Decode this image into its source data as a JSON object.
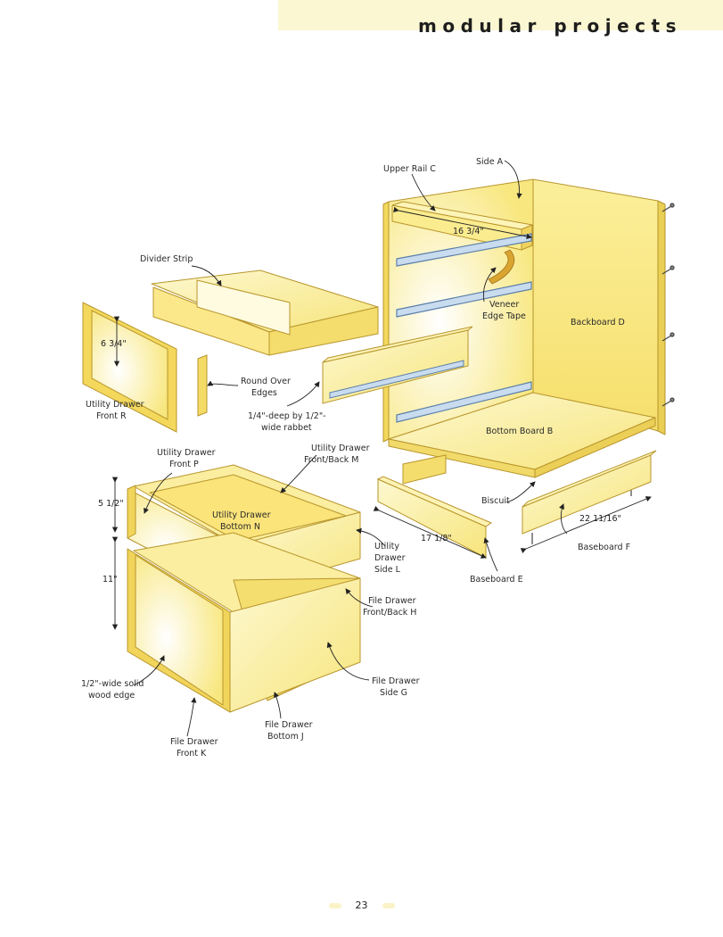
{
  "header": {
    "section_title": "modular projects",
    "band_color": "#fbf7d2"
  },
  "page": {
    "number": "23"
  },
  "colors": {
    "wood_light": "#fdf7c4",
    "wood_mid": "#fbec8f",
    "wood_dark": "#f0d760",
    "edge": "#caa534",
    "ink": "#222222"
  },
  "labels": {
    "side_a": "Side A",
    "upper_rail_c": "Upper Rail C",
    "dim_16_3_4": "16 3/4\"",
    "divider_strip": "Divider Strip",
    "veneer_l1": "Veneer",
    "veneer_l2": "Edge Tape",
    "backboard_d": "Backboard D",
    "dim_6_3_4": "6 3/4\"",
    "round_over_l1": "Round Over",
    "round_over_l2": "Edges",
    "utility_front_r_l1": "Utility Drawer",
    "utility_front_r_l2": "Front R",
    "rabbet_l1": "1/4\"-deep by 1/2\"-",
    "rabbet_l2": "wide rabbet",
    "bottom_board_b": "Bottom Board B",
    "utility_front_p_l1": "Utility Drawer",
    "utility_front_p_l2": "Front P",
    "utility_frontback_m_l1": "Utility Drawer",
    "utility_frontback_m_l2": "Front/Back M",
    "dim_5_1_2": "5 1/2\"",
    "utility_bottom_n_l1": "Utility Drawer",
    "utility_bottom_n_l2": "Bottom N",
    "biscuit": "Biscuit",
    "dim_22_11_16": "22 11/16\"",
    "dim_17_1_8": "17 1/8\"",
    "utility_side_l_l1": "Utility",
    "utility_side_l_l2": "Drawer",
    "utility_side_l_l3": "Side L",
    "baseboard_f": "Baseboard F",
    "dim_11": "11\"",
    "baseboard_e": "Baseboard E",
    "file_frontback_h_l1": "File Drawer",
    "file_frontback_h_l2": "Front/Back H",
    "solid_edge_l1": "1/2\"-wide solid",
    "solid_edge_l2": "wood edge",
    "file_side_g_l1": "File Drawer",
    "file_side_g_l2": "Side G",
    "file_bottom_j_l1": "File Drawer",
    "file_bottom_j_l2": "Bottom J",
    "file_front_k_l1": "File Drawer",
    "file_front_k_l2": "Front K"
  }
}
